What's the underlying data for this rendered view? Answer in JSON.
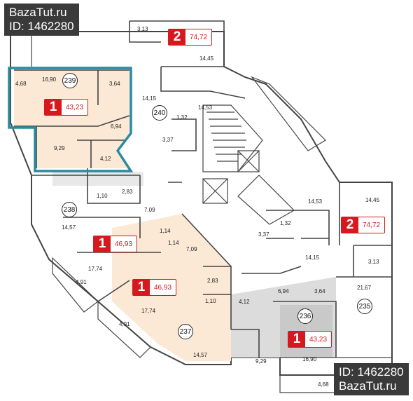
{
  "watermark": {
    "top_left": {
      "line1": "BazaTut.ru",
      "line2": "ID: 1462280"
    },
    "bottom_right": {
      "line1": "ID: 1462280",
      "line2": "BazaTut.ru"
    }
  },
  "colors": {
    "highlight": "#2b8aa0",
    "apartment_fill": "#fbe9d6",
    "grey_fill": "#dcdcdc",
    "badge_red": "#d7191f",
    "wall": "#444444"
  },
  "apartments": [
    {
      "number": "239",
      "rooms": "1",
      "area": "43,23"
    },
    {
      "number": "240",
      "rooms": "2",
      "area": "74,72"
    },
    {
      "number": "238",
      "rooms": "1",
      "area": "46,93"
    },
    {
      "number": "237",
      "rooms": "1",
      "area": "46,93"
    },
    {
      "number": "236",
      "rooms": "1",
      "area": "43,23"
    },
    {
      "number": "235",
      "rooms": "2",
      "area": "74,72"
    }
  ],
  "room_labels": [
    "3,13",
    "14,45",
    "16,90",
    "4,68",
    "3,64",
    "14,15",
    "14,53",
    "1,32",
    "6,94",
    "3,37",
    "9,29",
    "4,12",
    "2,83",
    "1,10",
    "7,09",
    "14,57",
    "1,14",
    "1,14",
    "7,09",
    "17,74",
    "4,91",
    "2,83",
    "1,10",
    "4,12",
    "17,74",
    "4,91",
    "14,57",
    "6,94",
    "3,64",
    "9,29",
    "16,90",
    "4,68",
    "14,53",
    "14,45",
    "1,32",
    "3,37",
    "14,15",
    "3,13",
    "21,67"
  ]
}
